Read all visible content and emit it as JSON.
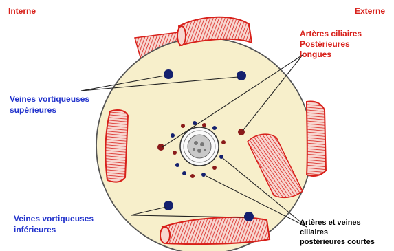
{
  "corners": {
    "left": "Interne",
    "right": "Externe"
  },
  "labels": {
    "arteries_long_1": "Artères ciliaires",
    "arteries_long_2": "Postérieures",
    "arteries_long_3": "longues",
    "veins_sup_1": "Veines vortiqueuses",
    "veins_sup_2": "supérieures",
    "veins_inf_1": "Veines vortiqueuses",
    "veins_inf_2": "inférieures",
    "short_1": "Artères et veines",
    "short_2": "ciliaires",
    "short_3": "postérieures courtes"
  },
  "colors": {
    "globe_fill": "#f7efcb",
    "muscle_red": "#d8201a",
    "muscle_light": "#f7d6d0",
    "vein_blue": "#14206e",
    "artery_red": "#8a1a1a",
    "label_red": "#d8201a",
    "label_blue": "#2233cc"
  }
}
